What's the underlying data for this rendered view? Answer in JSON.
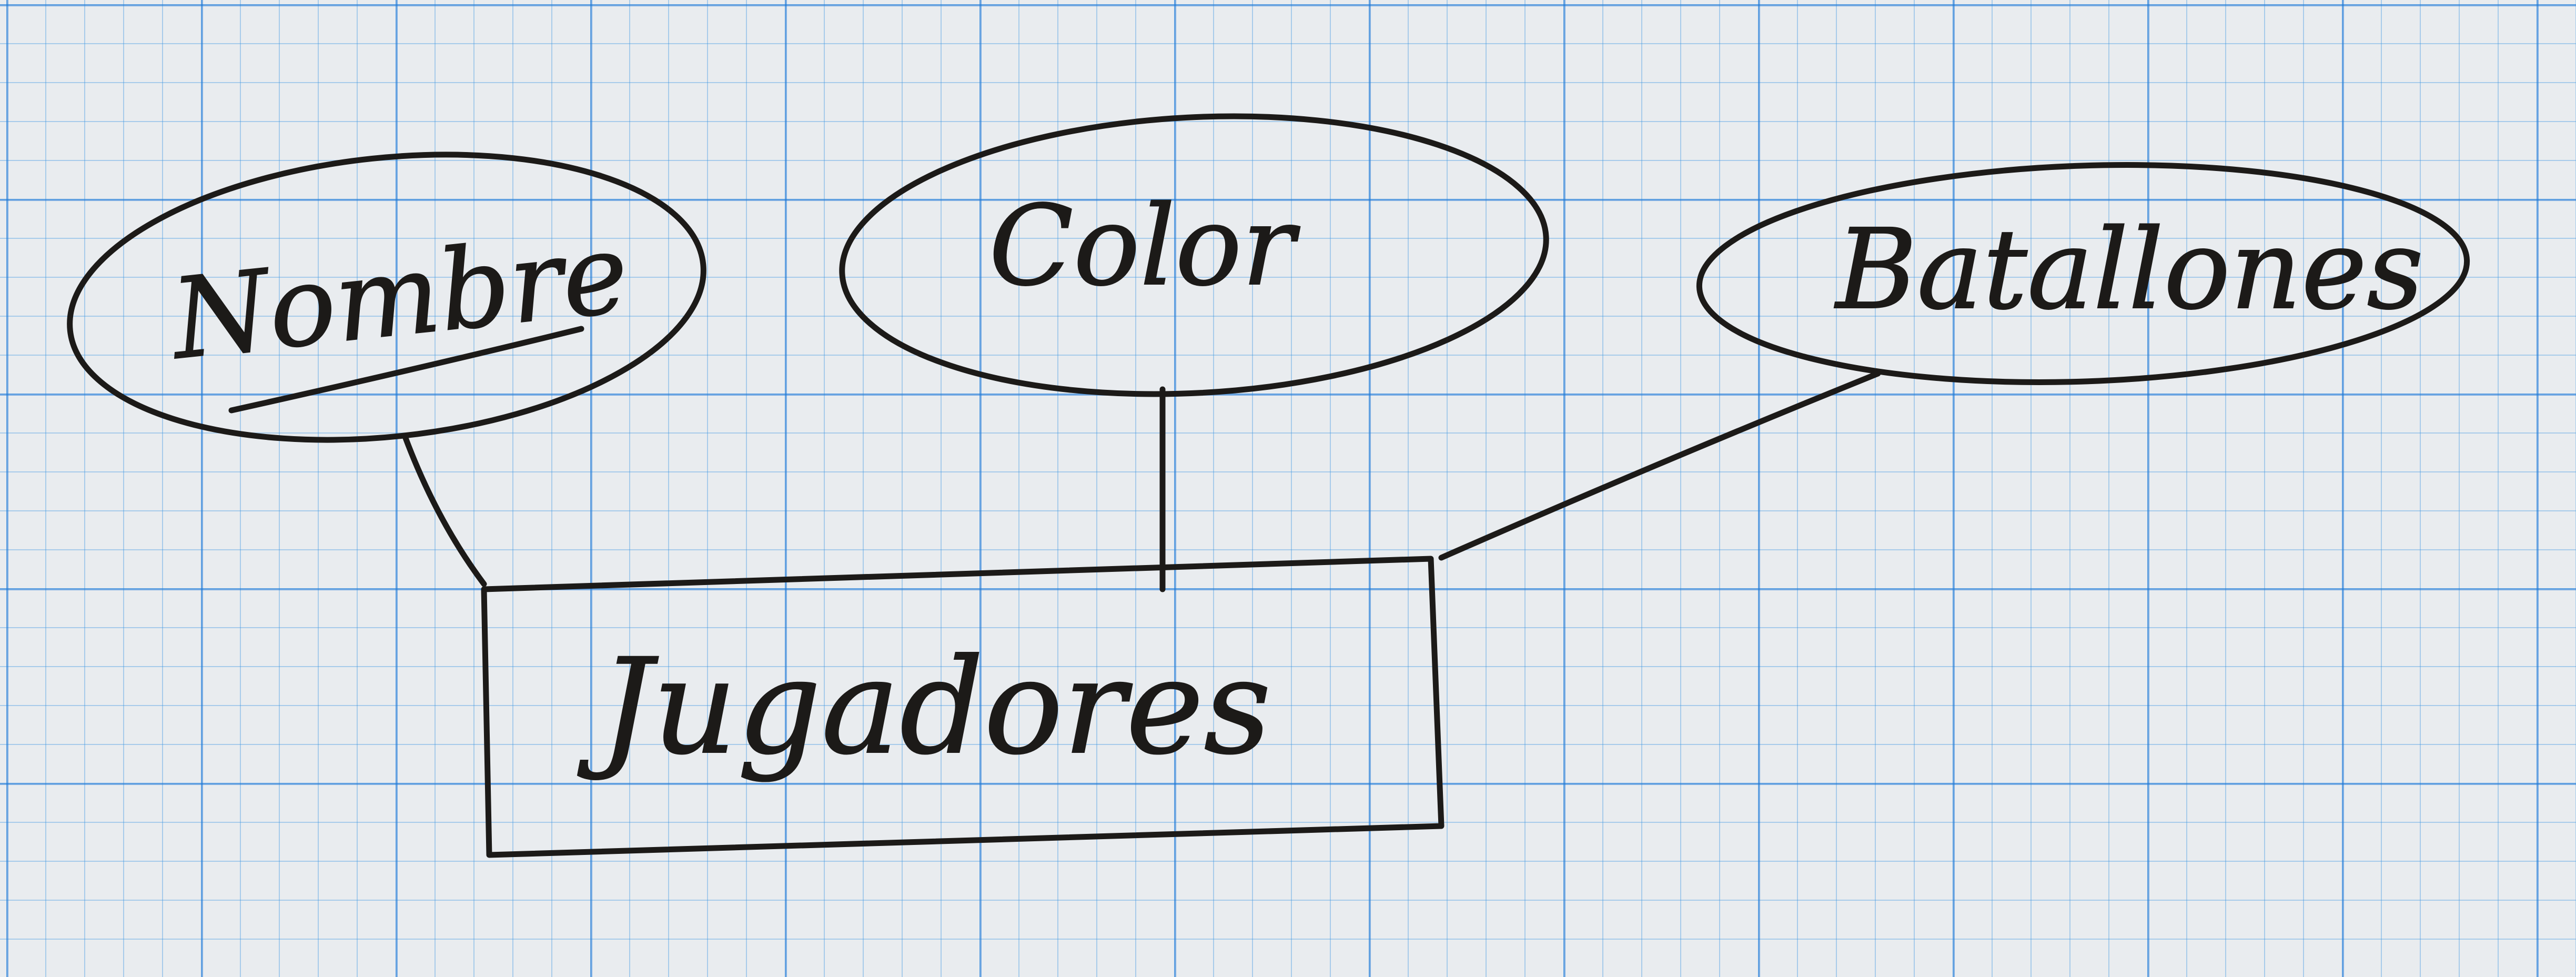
{
  "diagram": {
    "entity": {
      "name": "Jugadores"
    },
    "attributes": [
      {
        "name": "Nombre",
        "is_key": true
      },
      {
        "name": "Color",
        "is_key": false
      },
      {
        "name": "Batallones",
        "is_key": false
      }
    ],
    "relations": [
      {
        "from": "Nombre",
        "to": "Jugadores"
      },
      {
        "from": "Color",
        "to": "Jugadores"
      },
      {
        "from": "Batallones",
        "to": "Jugadores"
      }
    ]
  }
}
